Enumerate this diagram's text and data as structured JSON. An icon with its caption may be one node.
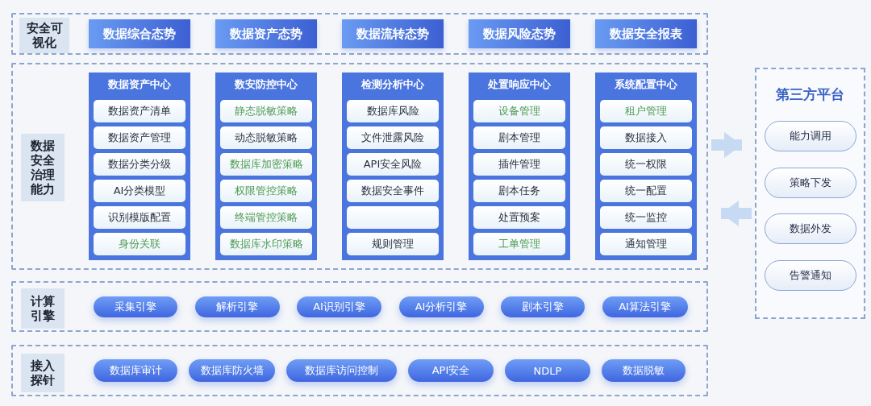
{
  "diagram": {
    "nodes": [
      {
        "text": [
          "安全可视化"
        ]
      },
      {
        "text": [
          "数据综合态势"
        ],
        "in": 0
      },
      {
        "text": [
          "数据资产态势"
        ],
        "in": 0
      },
      {
        "text": [
          "数据流转态势"
        ],
        "in": 0
      },
      {
        "text": [
          "数据风险态势"
        ],
        "in": 0
      },
      {
        "text": [
          "数据安全报表"
        ],
        "in": 0
      },
      {
        "text": [
          "数据安全治理能力"
        ]
      },
      {
        "text": [
          "数据资产中心"
        ],
        "in": 6
      },
      {
        "text": [
          "数据资产清单"
        ],
        "in": 7
      },
      {
        "text": [
          "数据资产管理"
        ],
        "in": 7
      },
      {
        "text": [
          "数据分类分级"
        ],
        "in": 7
      },
      {
        "text": [
          "AI分类模型"
        ],
        "in": 7
      },
      {
        "text": [
          "识别模版配置"
        ],
        "in": 7
      },
      {
        "text": [
          "身份关联"
        ],
        "in": 7
      },
      {
        "text": [
          "数安防控中心"
        ],
        "in": 6
      },
      {
        "text": [
          "静态脱敏策略"
        ],
        "in": 14
      },
      {
        "text": [
          "动态脱敏策略"
        ],
        "in": 14
      },
      {
        "text": [
          "数据库加密策略"
        ],
        "in": 14
      },
      {
        "text": [
          "权限管控策略"
        ],
        "in": 14
      },
      {
        "text": [
          "终端管控策略"
        ],
        "in": 14
      },
      {
        "text": [
          "数据库水印策略"
        ],
        "in": 14
      },
      {
        "text": [
          "检测分析中心"
        ],
        "in": 6
      },
      {
        "text": [
          "数据库风险"
        ],
        "in": 21
      },
      {
        "text": [
          "文件泄露风险"
        ],
        "in": 21
      },
      {
        "text": [
          "API安全风险"
        ],
        "in": 21
      },
      {
        "text": [
          "数据安全事件"
        ],
        "in": 21
      },
      {
        "text": [],
        "in": 21,
        "shape": "box"
      },
      {
        "text": [
          "规则管理"
        ],
        "in": 21
      },
      {
        "text": [
          "处置响应中心"
        ],
        "in": 6
      },
      {
        "text": [
          "设备管理"
        ],
        "in": 28
      },
      {
        "text": [
          "剧本管理"
        ],
        "in": 28
      },
      {
        "text": [
          "插件管理"
        ],
        "in": 28
      },
      {
        "text": [
          "剧本任务"
        ],
        "in": 28
      },
      {
        "text": [
          "处置预案"
        ],
        "in": 28
      },
      {
        "text": [
          "工单管理"
        ],
        "in": 28
      },
      {
        "text": [
          "系统配置中心"
        ],
        "in": 6
      },
      {
        "text": [
          "租户管理"
        ],
        "in": 35
      },
      {
        "text": [
          "数据接入"
        ],
        "in": 35
      },
      {
        "text": [
          "统一权限"
        ],
        "in": 35
      },
      {
        "text": [
          "统一配置"
        ],
        "in": 35
      },
      {
        "text": [
          "统一监控"
        ],
        "in": 35
      },
      {
        "text": [
          "通知管理"
        ],
        "in": 35
      },
      {
        "text": [
          "第三方平台"
        ]
      },
      {
        "text": [
          "能力调用"
        ],
        "in": 42
      },
      {
        "text": [
          "策略下发"
        ],
        "in": 42
      },
      {
        "text": [
          "数据外发"
        ],
        "in": 42
      },
      {
        "text": [
          "告警通知"
        ],
        "in": 42
      },
      {
        "text": [
          "计算引擎"
        ]
      },
      {
        "text": [
          "采集引擎"
        ],
        "in": 47
      },
      {
        "text": [
          "解析引擎"
        ],
        "in": 47
      },
      {
        "text": [
          "AI识别引擎"
        ],
        "in": 47
      },
      {
        "text": [
          "AI分析引擎"
        ],
        "in": 47
      },
      {
        "text": [
          "剧本引擎"
        ],
        "in": 47
      },
      {
        "text": [
          "AI算法引擎"
        ],
        "in": 47
      },
      {
        "text": [
          "接入探针"
        ]
      },
      {
        "text": [
          "数据库审计"
        ],
        "in": 54
      },
      {
        "text": [
          "数据库防火墙"
        ],
        "in": 54
      },
      {
        "text": [
          "数据库访问控制"
        ],
        "in": 54
      },
      {
        "text": [
          "API安全"
        ],
        "in": 54
      },
      {
        "text": [
          "NDLP"
        ],
        "in": 54
      },
      {
        "text": [
          "数据脱敏"
        ],
        "in": 54
      }
    ],
    "edges": [
      {
        "from": 6,
        "to": 42,
        "arrow": "to"
      },
      {
        "from": 42,
        "to": 6,
        "arrow": "to"
      }
    ]
  }
}
